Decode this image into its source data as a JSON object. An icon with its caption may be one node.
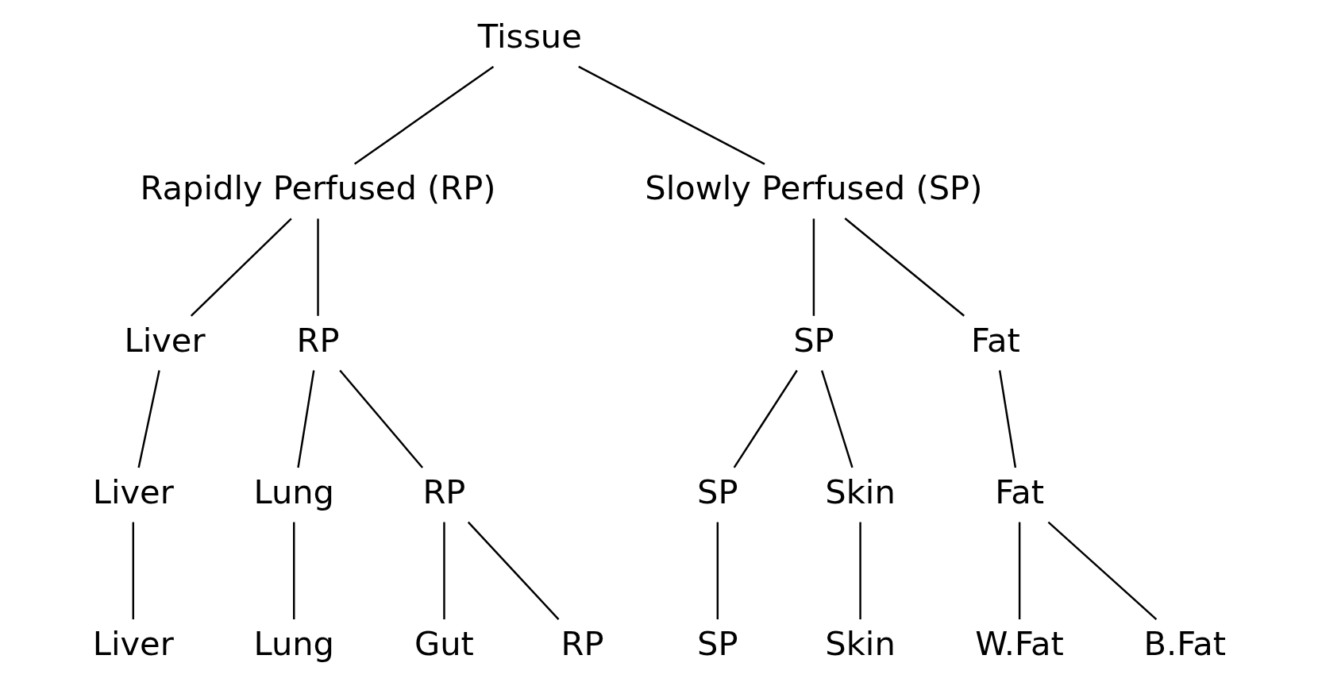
{
  "diagram": {
    "nodes": [
      {
        "text": [
          "Tissue"
        ]
      },
      {
        "text": [
          "Rapidly Perfused (RP)"
        ]
      },
      {
        "text": [
          "Slowly Perfused (SP)"
        ]
      },
      {
        "text": [
          "Liver"
        ]
      },
      {
        "text": [
          "RP"
        ]
      },
      {
        "text": [
          "SP"
        ]
      },
      {
        "text": [
          "Fat"
        ]
      },
      {
        "text": [
          "Liver"
        ]
      },
      {
        "text": [
          "Lung"
        ]
      },
      {
        "text": [
          "RP"
        ]
      },
      {
        "text": [
          "SP"
        ]
      },
      {
        "text": [
          "Skin"
        ]
      },
      {
        "text": [
          "Fat"
        ]
      },
      {
        "text": [
          "Liver"
        ]
      },
      {
        "text": [
          "Lung"
        ]
      },
      {
        "text": [
          "Gut"
        ]
      },
      {
        "text": [
          "RP"
        ]
      },
      {
        "text": [
          "SP"
        ]
      },
      {
        "text": [
          "Skin"
        ]
      },
      {
        "text": [
          "W.Fat"
        ]
      },
      {
        "text": [
          "B.Fat"
        ]
      }
    ],
    "edges": [
      {
        "from": 0,
        "to": 1,
        "arrow": "none"
      },
      {
        "from": 0,
        "to": 2,
        "arrow": "none"
      },
      {
        "from": 1,
        "to": 3,
        "arrow": "none"
      },
      {
        "from": 1,
        "to": 4,
        "arrow": "none"
      },
      {
        "from": 2,
        "to": 5,
        "arrow": "none"
      },
      {
        "from": 2,
        "to": 6,
        "arrow": "none"
      },
      {
        "from": 3,
        "to": 7,
        "arrow": "none"
      },
      {
        "from": 4,
        "to": 8,
        "arrow": "none"
      },
      {
        "from": 4,
        "to": 9,
        "arrow": "none"
      },
      {
        "from": 5,
        "to": 10,
        "arrow": "none"
      },
      {
        "from": 5,
        "to": 11,
        "arrow": "none"
      },
      {
        "from": 6,
        "to": 12,
        "arrow": "none"
      },
      {
        "from": 7,
        "to": 13,
        "arrow": "none"
      },
      {
        "from": 8,
        "to": 14,
        "arrow": "none"
      },
      {
        "from": 9,
        "to": 15,
        "arrow": "none"
      },
      {
        "from": 9,
        "to": 16,
        "arrow": "none"
      },
      {
        "from": 10,
        "to": 17,
        "arrow": "none"
      },
      {
        "from": 11,
        "to": 18,
        "arrow": "none"
      },
      {
        "from": 12,
        "to": 19,
        "arrow": "none"
      },
      {
        "from": 12,
        "to": 20,
        "arrow": "none"
      }
    ]
  }
}
